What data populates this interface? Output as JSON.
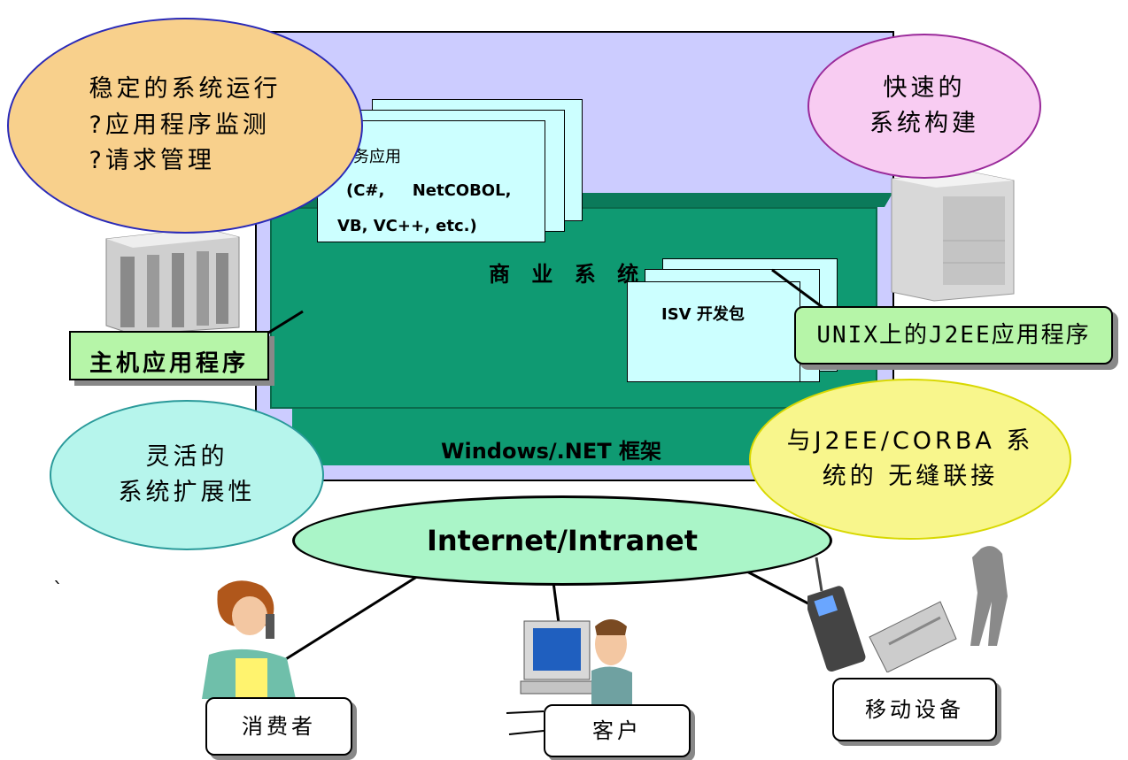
{
  "bubbles": {
    "stable": {
      "line1": "稳定的系统运行",
      "line2": "?应用程序监测",
      "line3": "?请求管理"
    },
    "fast": {
      "line1": "快速的",
      "line2": "系统构建"
    },
    "flexible": {
      "line1": "灵活的",
      "line2": "系统扩展性"
    },
    "seamless": {
      "line1": "与J2EE/CORBA 系",
      "line2": "统的 无缝联接"
    }
  },
  "business_app": {
    "line1": "业务应用",
    "line2": "(C#,     NetCOBOL,",
    "line3": "VB, VC++, etc.)"
  },
  "business_system": "商 业 系 统",
  "isv_kit": "ISV 开发包",
  "framework": "Windows/.NET 框架",
  "labels": {
    "mainframe": "主机应用程序",
    "unix": "UNIX上的J2EE应用程序"
  },
  "network": "Internet/Intranet",
  "clients": {
    "consumer": "消费者",
    "client": "客户",
    "mobile": "移动设备"
  },
  "stray_mark": "`",
  "colors": {
    "frame_bg": "#ccccff",
    "slab_green": "#0f9a72",
    "card_bg": "#ccffff",
    "label_green": "#b6f5a8",
    "network_green": "#aaf5c8"
  }
}
